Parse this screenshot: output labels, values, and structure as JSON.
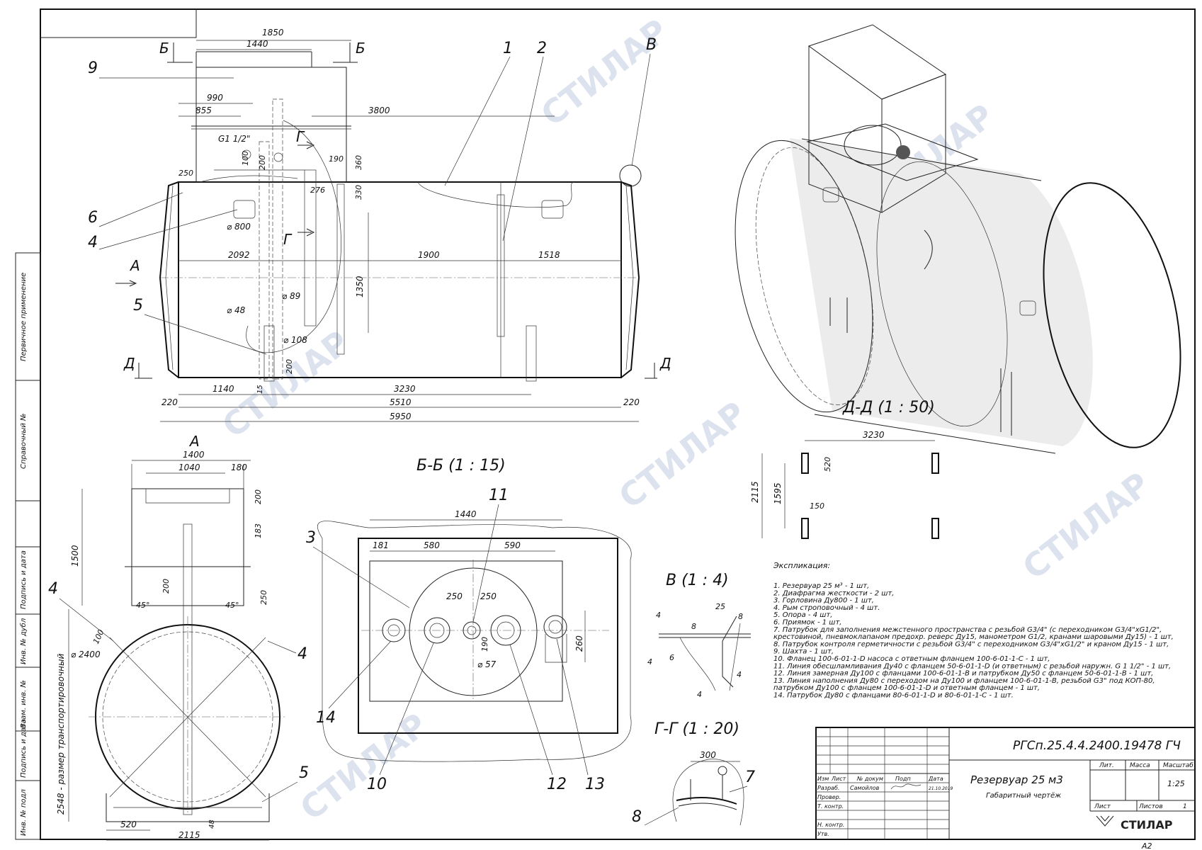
{
  "colors": {
    "line": "#222222",
    "watermark": "#dde3ee",
    "tank_fill": "#e9e9e9"
  },
  "watermark": "СТИЛАР",
  "sheet_format": "A2",
  "margin_labels": [
    "Первичное применение",
    "Справочный №",
    "Подпись и дата",
    "Инв. № дубл",
    "Взам. инв. №",
    "Подпись и дата",
    "Инв. № подл"
  ],
  "main_view": {
    "section_marks": {
      "b": "Б",
      "g": "Г",
      "d": "Д",
      "a": "А",
      "v": "В"
    },
    "dims": {
      "d1850": "1850",
      "d1440": "1440",
      "d990": "990",
      "d855": "855",
      "d3800": "3800",
      "g112": "G1 1/2\"",
      "d100": "100",
      "d200": "200",
      "d190": "190",
      "d360": "360",
      "d250": "250",
      "d276": "276",
      "d330": "330",
      "d800": "⌀ 800",
      "d2092": "2092",
      "d1900": "1900",
      "d1518": "1518",
      "d1350": "1350",
      "d89": "⌀ 89",
      "d48": "⌀ 48",
      "d108": "⌀ 108",
      "d200b": "200",
      "d15": "15",
      "d1140": "1140",
      "d3230": "3230",
      "d220a": "220",
      "d5510": "5510",
      "d220b": "220",
      "d5950": "5950"
    },
    "callouts": {
      "c1": "1",
      "c2": "2",
      "c9": "9",
      "c6": "6",
      "c4": "4",
      "c5": "5"
    }
  },
  "view_a": {
    "title": "А",
    "dims": {
      "d1400": "1400",
      "d1040": "1040",
      "d180": "180",
      "d200": "200",
      "d183": "183",
      "d1500": "1500",
      "d200b": "200",
      "d250": "250",
      "d45a": "45°",
      "d45b": "45°",
      "d100": "100",
      "d2400": "⌀ 2400",
      "transport": "2548 - размер транспортировочный",
      "d520": "520",
      "d2115": "2115",
      "d48": "48"
    },
    "callouts": {
      "c4a": "4",
      "c4b": "4",
      "c5": "5"
    }
  },
  "section_bb": {
    "title": "Б-Б   (1 : 15)",
    "dims": {
      "d1440": "1440",
      "d181": "181",
      "d580": "580",
      "d590": "590",
      "d250a": "250",
      "d250b": "250",
      "d190": "190",
      "d57": "⌀ 57",
      "d260": "260"
    },
    "callouts": {
      "c3": "3",
      "c11": "11",
      "c14": "14",
      "c10": "10",
      "c12": "12",
      "c13": "13"
    }
  },
  "section_dd": {
    "title": "Д-Д   (1 : 50)",
    "dims": {
      "d3230": "3230",
      "d520": "520",
      "d2115": "2115",
      "d1595": "1595",
      "d150": "150"
    }
  },
  "detail_v": {
    "title": "В   (1 : 4)",
    "dims": {
      "d25": "25",
      "d8a": "8",
      "d4a": "4",
      "d8b": "8",
      "d4b": "4",
      "d6": "6",
      "d4c": "4",
      "d4d": "4"
    }
  },
  "section_gg": {
    "title": "Г-Г   (1 : 20)",
    "dims": {
      "d300": "300"
    },
    "callouts": {
      "c7": "7",
      "c8": "8"
    }
  },
  "explication": {
    "heading": "Экспликация:",
    "items": [
      "1.     Резервуар 25 м³ - 1 шт,",
      "2.     Диафрагма жесткости - 2 шт,",
      "3.     Горловина Ду800 - 1 шт,",
      "4.     Рым строповочный - 4 шт.",
      "5.     Опора - 4 шт,",
      "6.     Приямок - 1 шт,",
      "7.     Патрубок для заполнения межстенного пространства с резьбой G3/4\" (с переходником G3/4\"хG1/2\",",
      "        крестовиной, пневмоклапаном предохр. реверс Ду15, манометром G1/2, кранами шаровыми Ду15) - 1 шт,",
      "8.     Патрубок контроля герметичности с резьбой G3/4\" с переходником G3/4\"хG1/2\" и краном Ду15 - 1 шт,",
      "9.     Шахта - 1 шт,",
      "10.   Фланец 100-6-01-1-D насоса с ответным фланцем 100-6-01-1-С - 1 шт,",
      "11.   Линия обесшламливания Ду40 с фланцем 50-6-01-1-D (и ответным) с резьбой наружн. G 1 1/2\" - 1 шт,",
      "12.   Линия замерная Ду100 с фланцами 100-6-01-1-В и патрубком Ду50 с фланцем 50-6-01-1-В - 1 шт,",
      "13.   Линия наполнения Ду80 с переходом на Ду100 и фланцем 100-6-01-1-В, резьбой G3\" под КОП-80,",
      "        патрубком Ду100 с фланцем 100-6-01-1-D  и ответным фланцем - 1 шт,",
      "14.   Патрубок Ду80 с фланцами 80-6-01-1-D и 80-6-01-1-С - 1 шт."
    ]
  },
  "title_block": {
    "doc_code": "РГСп.25.4.4.2400.19478 ГЧ",
    "name": "Резервуар 25 м3",
    "subtitle": "Габаритный чертёж",
    "col_izm": "Изм",
    "col_list": "Лист",
    "col_doc": "№ докум",
    "col_sign": "Подп",
    "col_date": "Дата",
    "role_razrab": "Разраб.",
    "role_prover": "Провер.",
    "role_tkont": "Т. контр.",
    "role_nkont": "Н. контр.",
    "role_utv": "Утв.",
    "developer": "Самойлов",
    "date": "21.10.2019",
    "hdr_lit": "Лит.",
    "hdr_mass": "Масса",
    "hdr_scale": "Масштаб",
    "scale": "1:25",
    "sheet_label": "Лист",
    "sheets_label": "Листов",
    "sheets_value": "1",
    "company": "СТИЛАР"
  }
}
